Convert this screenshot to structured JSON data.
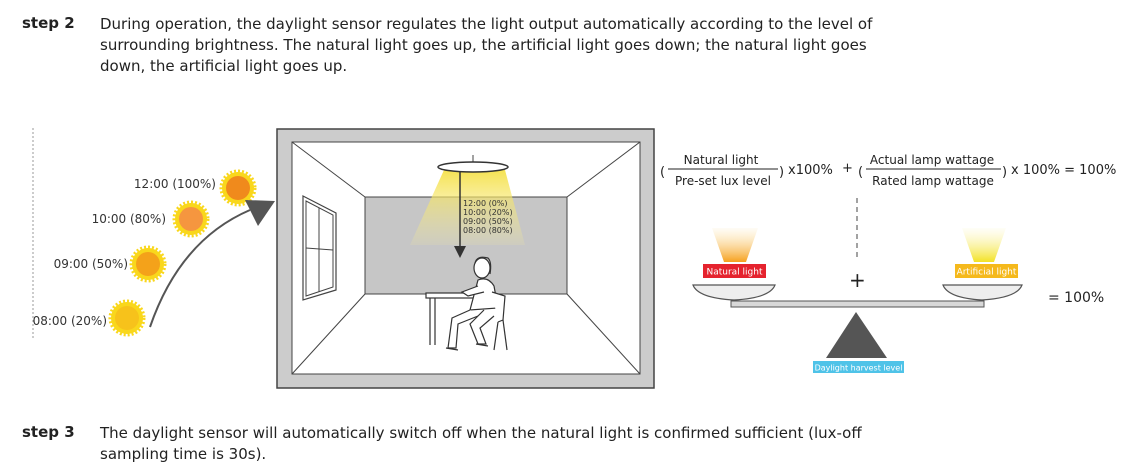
{
  "step2": {
    "label": "step 2",
    "line1": "During operation, the daylight sensor regulates the light output automatically according to the level of",
    "line2": "surrounding brightness. The natural light goes up, the artificial light goes down; the natural light goes",
    "line3": "down, the artificial light goes up."
  },
  "suns": [
    {
      "label": "12:00 (100%)",
      "color": "#f08a1c"
    },
    {
      "label": "10:00 (80%)",
      "color": "#f5963f"
    },
    {
      "label": "09:00 (50%)",
      "color": "#f4a21a"
    },
    {
      "label": "08:00 (20%)",
      "color": "#f7c21b"
    }
  ],
  "lamp_levels": [
    "12:00 (0%)",
    "10:00 (20%)",
    "09:00 (50%)",
    "08:00 (80%)"
  ],
  "formula": {
    "term1_numerator": "Natural light",
    "term1_denominator": "Pre-set lux level",
    "term1_multiplier": "x100%",
    "plus": "+",
    "term2_numerator": "Actual lamp wattage",
    "term2_denominator": "Rated lamp wattage",
    "term2_tail": "x 100% = 100%"
  },
  "balance": {
    "left_tag": "Natural light",
    "right_tag": "Artificial light",
    "plus": "+",
    "fulcrum_tag": "Daylight harvest level",
    "result": "= 100%",
    "left_tag_color": "#e5232e",
    "right_tag_color": "#f5b91c",
    "fulcrum_tag_color": "#4fc3e8"
  },
  "step3": {
    "label": "step 3",
    "line1": "The daylight sensor will automatically switch off when the natural light is confirmed sufficient (lux-off",
    "line2": "sampling time is 30s)."
  }
}
